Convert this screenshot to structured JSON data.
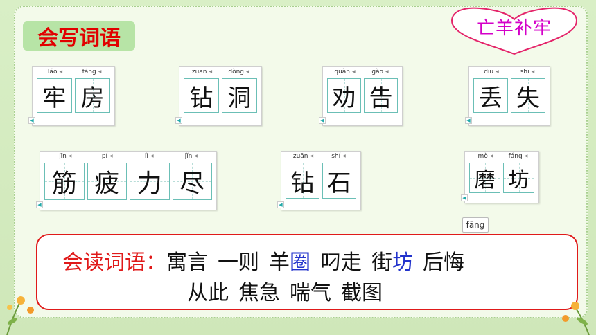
{
  "title": "会写词语",
  "heart_text": "亡羊补牢",
  "cards": [
    {
      "chars": [
        {
          "pinyin": "láo",
          "char": "牢"
        },
        {
          "pinyin": "fáng",
          "char": "房"
        }
      ]
    },
    {
      "chars": [
        {
          "pinyin": "zuān",
          "char": "钻"
        },
        {
          "pinyin": "dòng",
          "char": "洞"
        }
      ]
    },
    {
      "chars": [
        {
          "pinyin": "quàn",
          "char": "劝"
        },
        {
          "pinyin": "gào",
          "char": "告"
        }
      ]
    },
    {
      "chars": [
        {
          "pinyin": "diū",
          "char": "丢"
        },
        {
          "pinyin": "shī",
          "char": "失"
        }
      ]
    },
    {
      "chars": [
        {
          "pinyin": "jīn",
          "char": "筋"
        },
        {
          "pinyin": "pí",
          "char": "疲"
        },
        {
          "pinyin": "lì",
          "char": "力"
        },
        {
          "pinyin": "jǐn",
          "char": "尽"
        }
      ]
    },
    {
      "chars": [
        {
          "pinyin": "zuān",
          "char": "钻"
        },
        {
          "pinyin": "shí",
          "char": "石"
        }
      ]
    },
    {
      "chars": [
        {
          "pinyin": "mò",
          "char": "磨"
        },
        {
          "pinyin": "fáng",
          "char": "坊"
        }
      ]
    }
  ],
  "fang_badge": "fāng",
  "read": {
    "label": "会读词语：",
    "line1": [
      {
        "text": "寓言"
      },
      {
        "text": "一则"
      },
      {
        "pre": "羊",
        "hl": "圈"
      },
      {
        "text": "叼走"
      },
      {
        "pre": "街",
        "hl": "坊"
      },
      {
        "text": "后悔"
      }
    ],
    "line2": [
      "从此",
      "焦急",
      "喘气",
      "截图"
    ]
  },
  "colors": {
    "title_red": "#e10000",
    "heart_magenta": "#d400c8",
    "highlight_blue": "#2233cc",
    "frame_red": "#e01a1a"
  }
}
